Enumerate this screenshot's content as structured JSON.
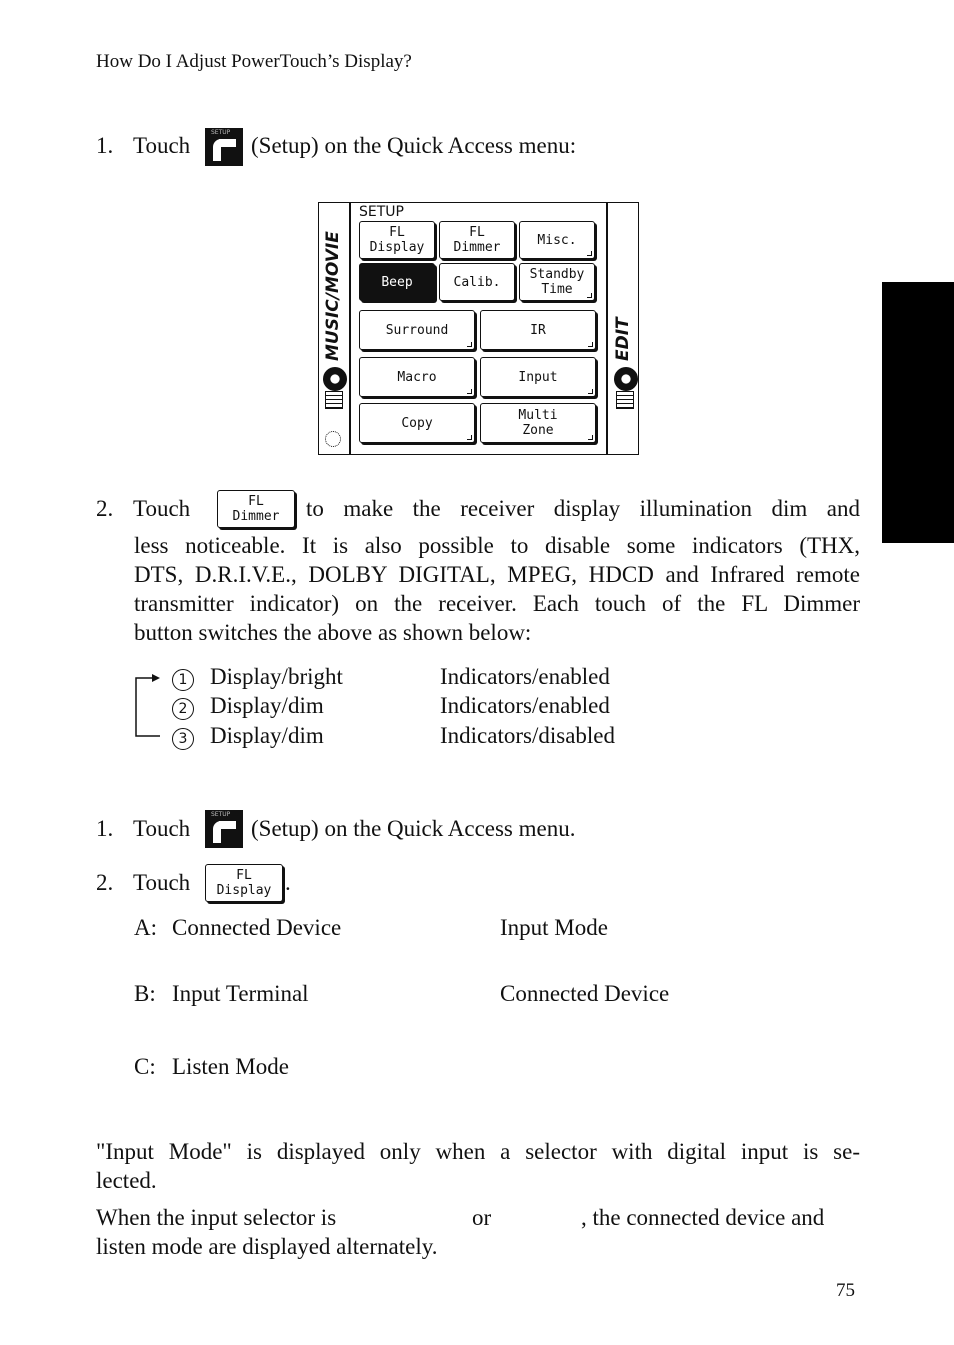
{
  "header": "How Do I Adjust PowerTouch’s Display?",
  "section1": {
    "step1": {
      "num": "1.",
      "before": "Touch",
      "after": "(Setup) on the Quick Access menu:"
    },
    "setup_icon_label": "SETUP",
    "panel": {
      "title": "SETUP",
      "left_label": "MUSIC/MOVIE",
      "right_label": "EDIT",
      "buttons": {
        "fl_display": "FL\nDisplay",
        "fl_dimmer": "FL\nDimmer",
        "misc": "Misc.",
        "beep": "Beep",
        "calib": "Calib.",
        "standby_time": "Standby\nTime",
        "surround": "Surround",
        "ir": "IR",
        "macro": "Macro",
        "input": "Input",
        "copy": "Copy",
        "multi_zone": "Multi\nZone"
      }
    },
    "step2": {
      "num": "2.",
      "before": "Touch",
      "button_label": "FL\nDimmer",
      "line1": "to make the receiver display illumination dim and",
      "line2": "less noticeable. It is also possible to disable some indicators (THX,",
      "line3": "DTS, D.R.I.V.E., DOLBY DIGITAL, MPEG, HDCD and Infrared remote",
      "line4": "transmitter indicator) on the receiver. Each touch of the FL Dimmer",
      "line5": "button switches the above as shown below:"
    },
    "cycle": [
      {
        "marker": "1",
        "display": "Display/bright",
        "indicators": "Indicators/enabled"
      },
      {
        "marker": "2",
        "display": "Display/dim",
        "indicators": "Indicators/enabled"
      },
      {
        "marker": "3",
        "display": "Display/dim",
        "indicators": "Indicators/disabled"
      }
    ]
  },
  "section2": {
    "step1": {
      "num": "1.",
      "before": "Touch",
      "after": "(Setup) on the Quick Access menu."
    },
    "step2": {
      "num": "2.",
      "before": "Touch",
      "button_label": "FL\nDisplay",
      "after": "."
    },
    "options": [
      {
        "key": "A:",
        "left": "Connected Device",
        "right": "Input Mode"
      },
      {
        "key": "B:",
        "left": "Input Terminal",
        "right": "Connected Device"
      },
      {
        "key": "C:",
        "left": "Listen Mode",
        "right": ""
      }
    ],
    "note1_line1": "\"Input Mode\" is displayed only when a selector with digital input is se-",
    "note1_line2": "lected.",
    "note2_a": "When the input selector is",
    "note2_or": "or",
    "note2_b": ", the connected device and",
    "note2_line2": "listen mode are displayed alternately."
  },
  "page_number": "75"
}
